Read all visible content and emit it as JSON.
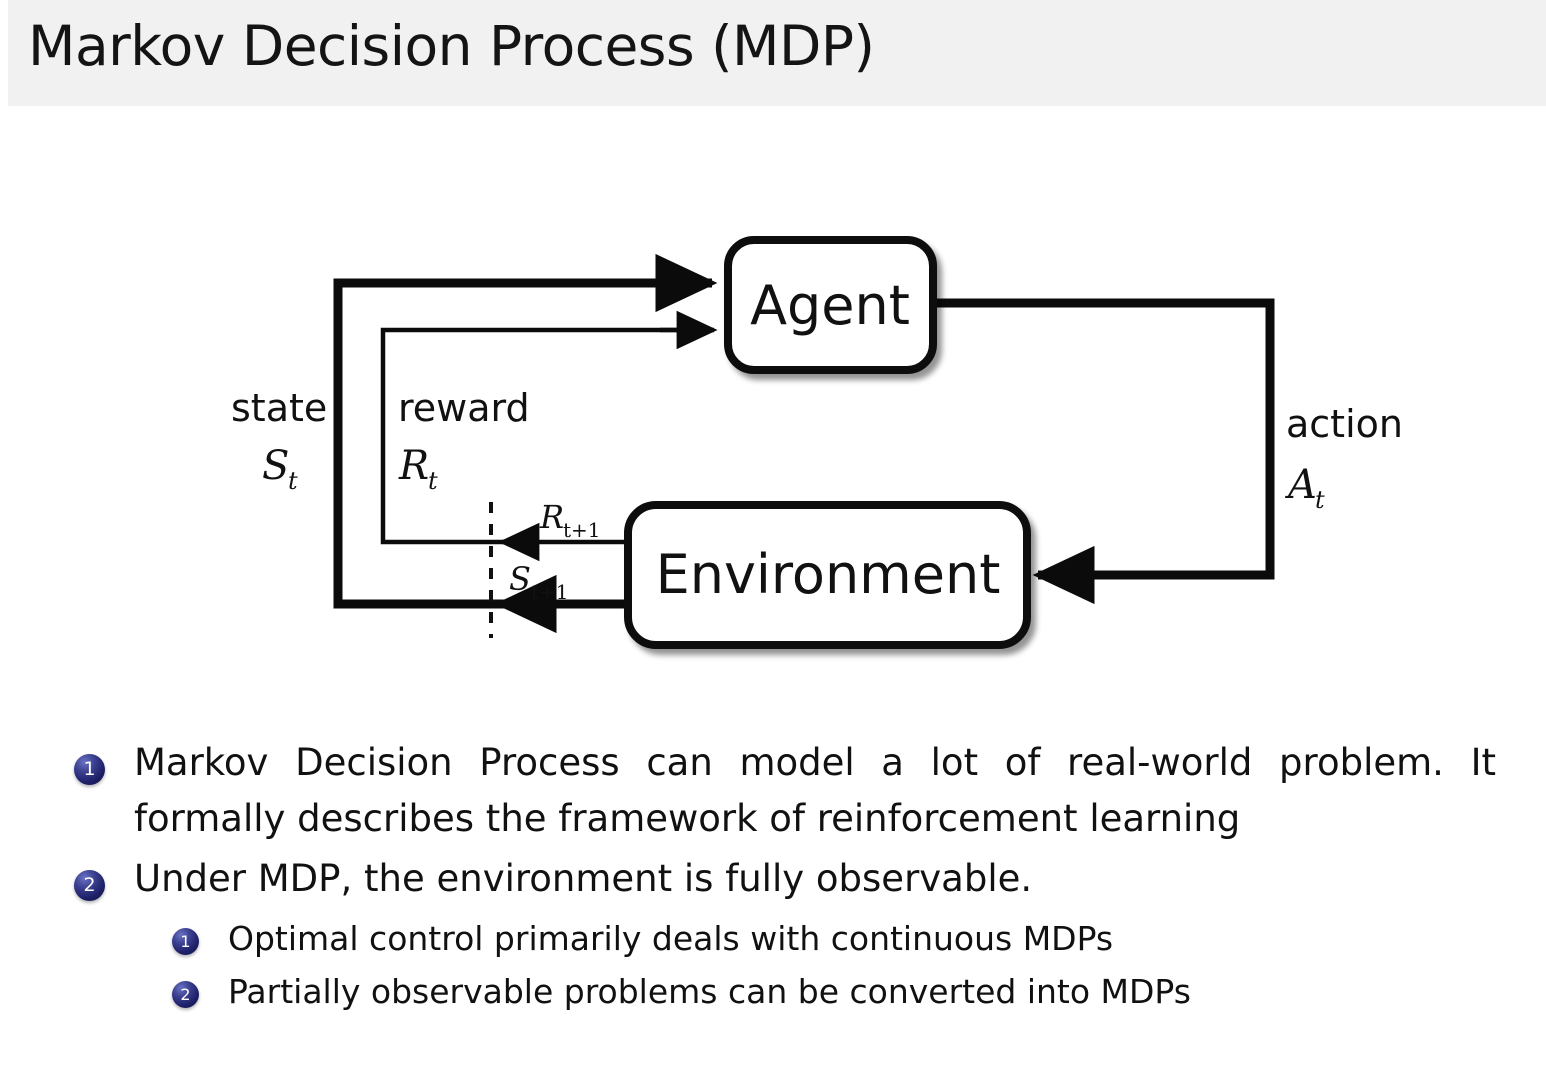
{
  "slide": {
    "title": "Markov Decision Process (MDP)",
    "header_bg": "#f1f1f1",
    "text_color": "#111111",
    "bullet_color": "#1d2068"
  },
  "diagram": {
    "name": "agent-environment-interaction-loop",
    "boxes": [
      {
        "id": "agent",
        "label": "Agent"
      },
      {
        "id": "environment",
        "label": "Environment"
      }
    ],
    "edge_labels": {
      "state_word": "state",
      "state_symbol": "S",
      "state_symbol_sub": "t",
      "reward_word": "reward",
      "reward_symbol": "R",
      "reward_symbol_sub": "t",
      "action_word": "action",
      "action_symbol": "A",
      "action_symbol_sub": "t",
      "next_reward_symbol": "R",
      "next_reward_sub": "t+1",
      "next_state_symbol": "S",
      "next_state_sub": "t+1"
    }
  },
  "content": {
    "items": [
      {
        "marker": "1",
        "text": "Markov Decision Process can model a lot of real-world problem. It formally describes the framework of reinforcement learning",
        "level": 1
      },
      {
        "marker": "2",
        "text": "Under MDP, the environment is fully observable.",
        "level": 1
      },
      {
        "marker": "1",
        "text": "Optimal control primarily deals with continuous MDPs",
        "level": 2
      },
      {
        "marker": "2",
        "text": "Partially observable problems can be converted into MDPs",
        "level": 2
      }
    ]
  }
}
